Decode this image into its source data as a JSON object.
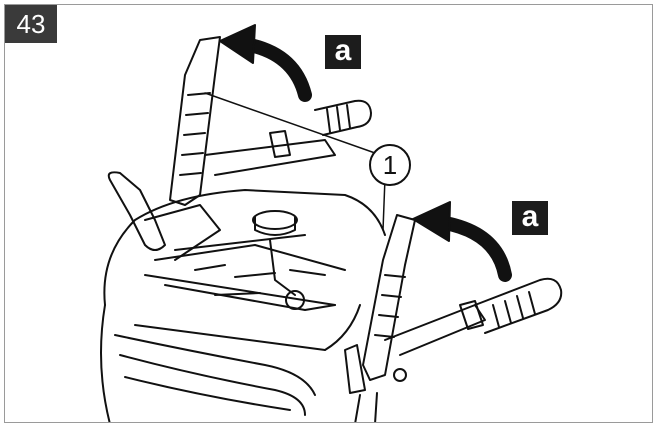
{
  "figure": {
    "number": "43",
    "arrow_label": "a",
    "callout_number": "1"
  },
  "colors": {
    "ink": "#111111",
    "label_fill": "#1c1c1c",
    "figure_tag_fill": "#3a3a3a",
    "border": "#9a9a9a"
  },
  "icons": [
    "curved-arrow-icon",
    "callout-circle-icon"
  ]
}
